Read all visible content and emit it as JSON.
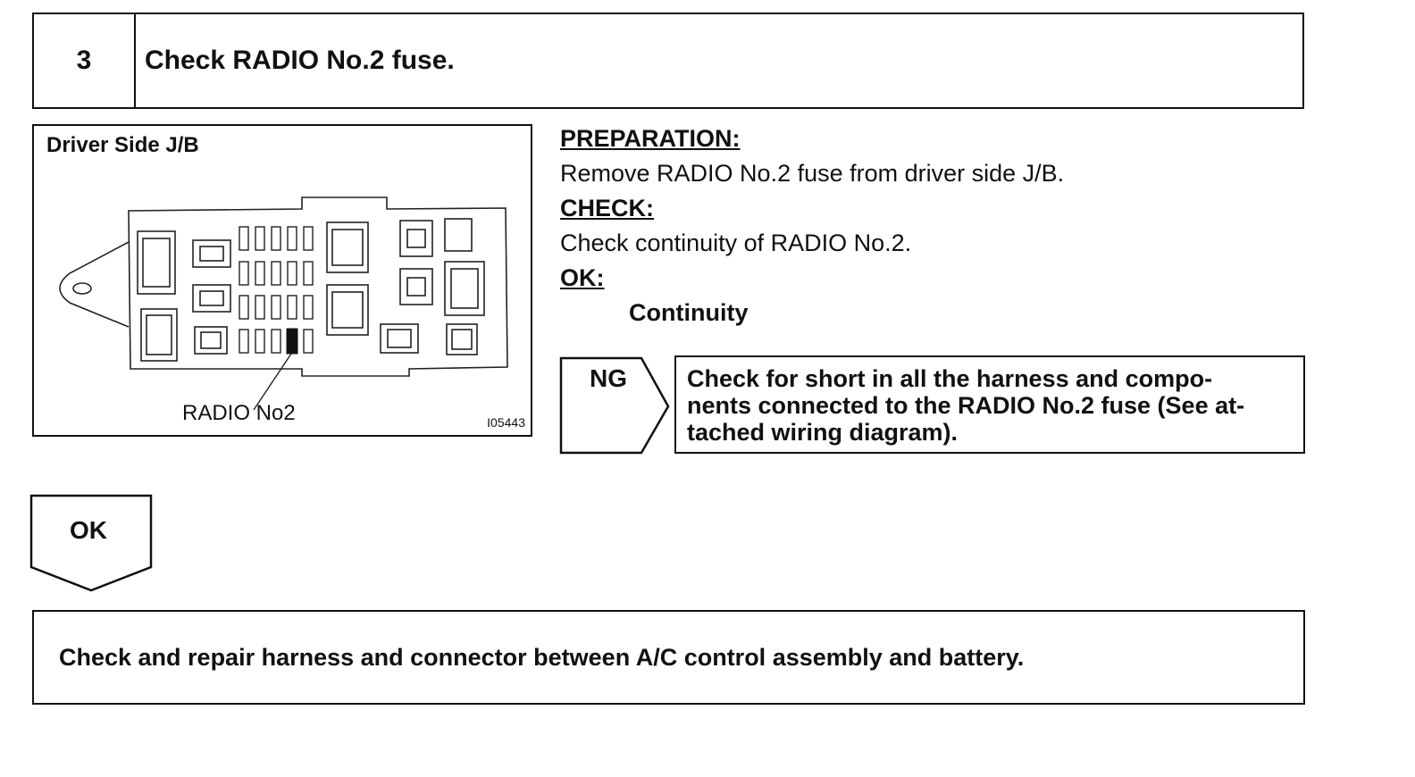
{
  "step": {
    "number": "3",
    "title": "Check RADIO No.2 fuse."
  },
  "illustration": {
    "caption": "Driver Side J/B",
    "callout": "RADIO No2",
    "figure_code": "I05443"
  },
  "instructions": {
    "preparation_heading": "PREPARATION:",
    "preparation_text": "Remove RADIO No.2 fuse from driver side J/B.",
    "check_heading": "CHECK:",
    "check_text": "Check continuity of RADIO No.2.",
    "ok_heading": "OK:",
    "ok_text": "Continuity"
  },
  "ng_branch": {
    "label": "NG",
    "action_lines": [
      "Check for short in all the harness and compo-",
      "nents connected to the RADIO No.2 fuse (See at-",
      "tached wiring diagram)."
    ]
  },
  "ok_branch": {
    "label": "OK"
  },
  "result": {
    "text": "Check and repair harness and connector between A/C control assembly and battery."
  }
}
